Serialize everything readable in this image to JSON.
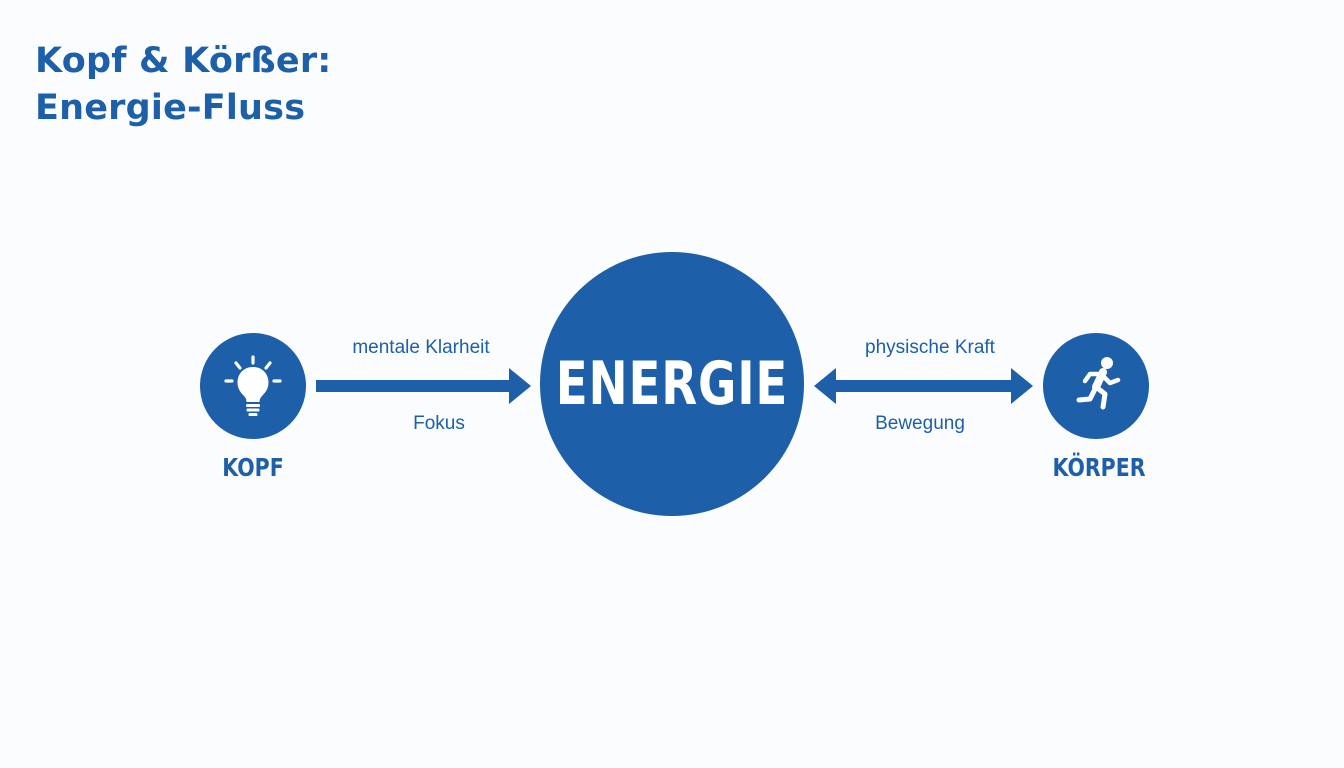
{
  "title": {
    "line1": "Kopf & Körßer:",
    "line2": "Energie-Fluss"
  },
  "nodes": {
    "head": {
      "label": "KOPF",
      "icon": "lightbulb-icon"
    },
    "center": {
      "label": "ENERGIE"
    },
    "body": {
      "label": "KÖRPER",
      "icon": "running-person-icon"
    }
  },
  "edges": {
    "left": {
      "top_label": "mentale Klarheit",
      "bottom_label": "Fokus",
      "direction": "head-to-energy"
    },
    "right": {
      "top_label": "physische Kraft",
      "bottom_label": "Bewegung",
      "direction": "bidirectional"
    }
  },
  "colors": {
    "primary": "#1d5fa8",
    "background": "#fbfcfd",
    "on_primary": "#ffffff"
  }
}
